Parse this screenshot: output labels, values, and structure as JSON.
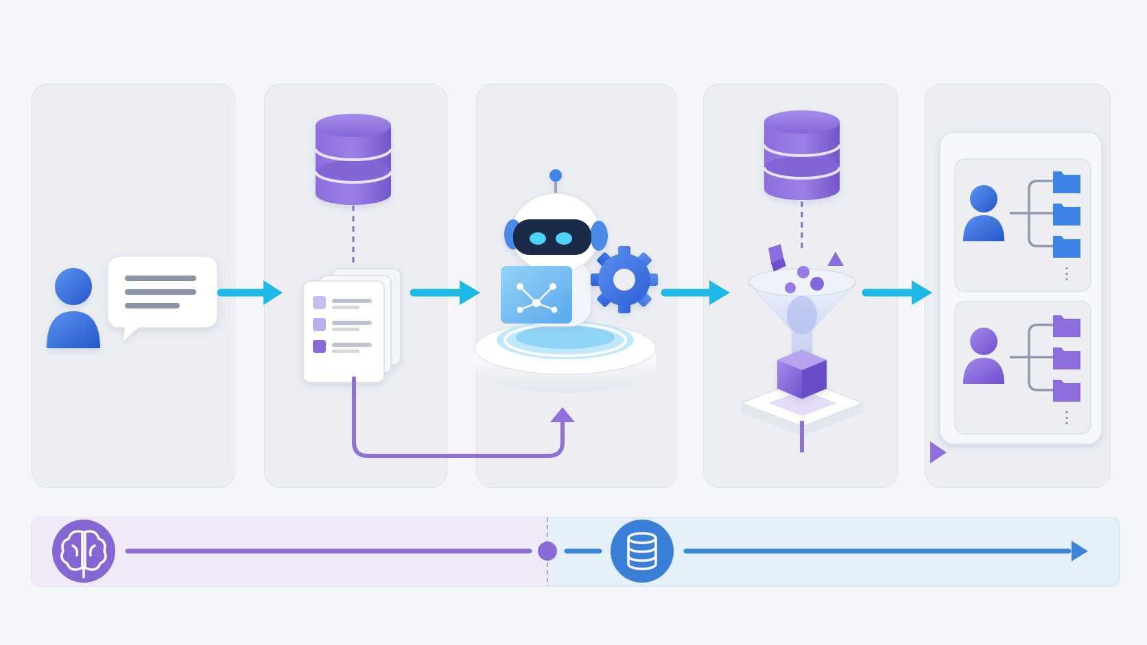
{
  "stages": [
    {
      "id": "user-query",
      "icon": "user-chat-icon"
    },
    {
      "id": "knowledge-retrieval",
      "icon": "database-documents-icon"
    },
    {
      "id": "ai-processing",
      "icon": "robot-gear-icon"
    },
    {
      "id": "filtering",
      "icon": "database-funnel-icon"
    },
    {
      "id": "personalized-output",
      "icon": "user-folders-icon"
    }
  ],
  "bottom_bar": {
    "left_icon": "brain-icon",
    "right_icon": "database-icon"
  },
  "colors": {
    "flow_arrow": "#1cb8e6",
    "purple": "#8b6ad6",
    "blue": "#3b7be0",
    "bar_left_bg": "#efe9f8",
    "bar_right_bg": "#e4f0f9"
  }
}
